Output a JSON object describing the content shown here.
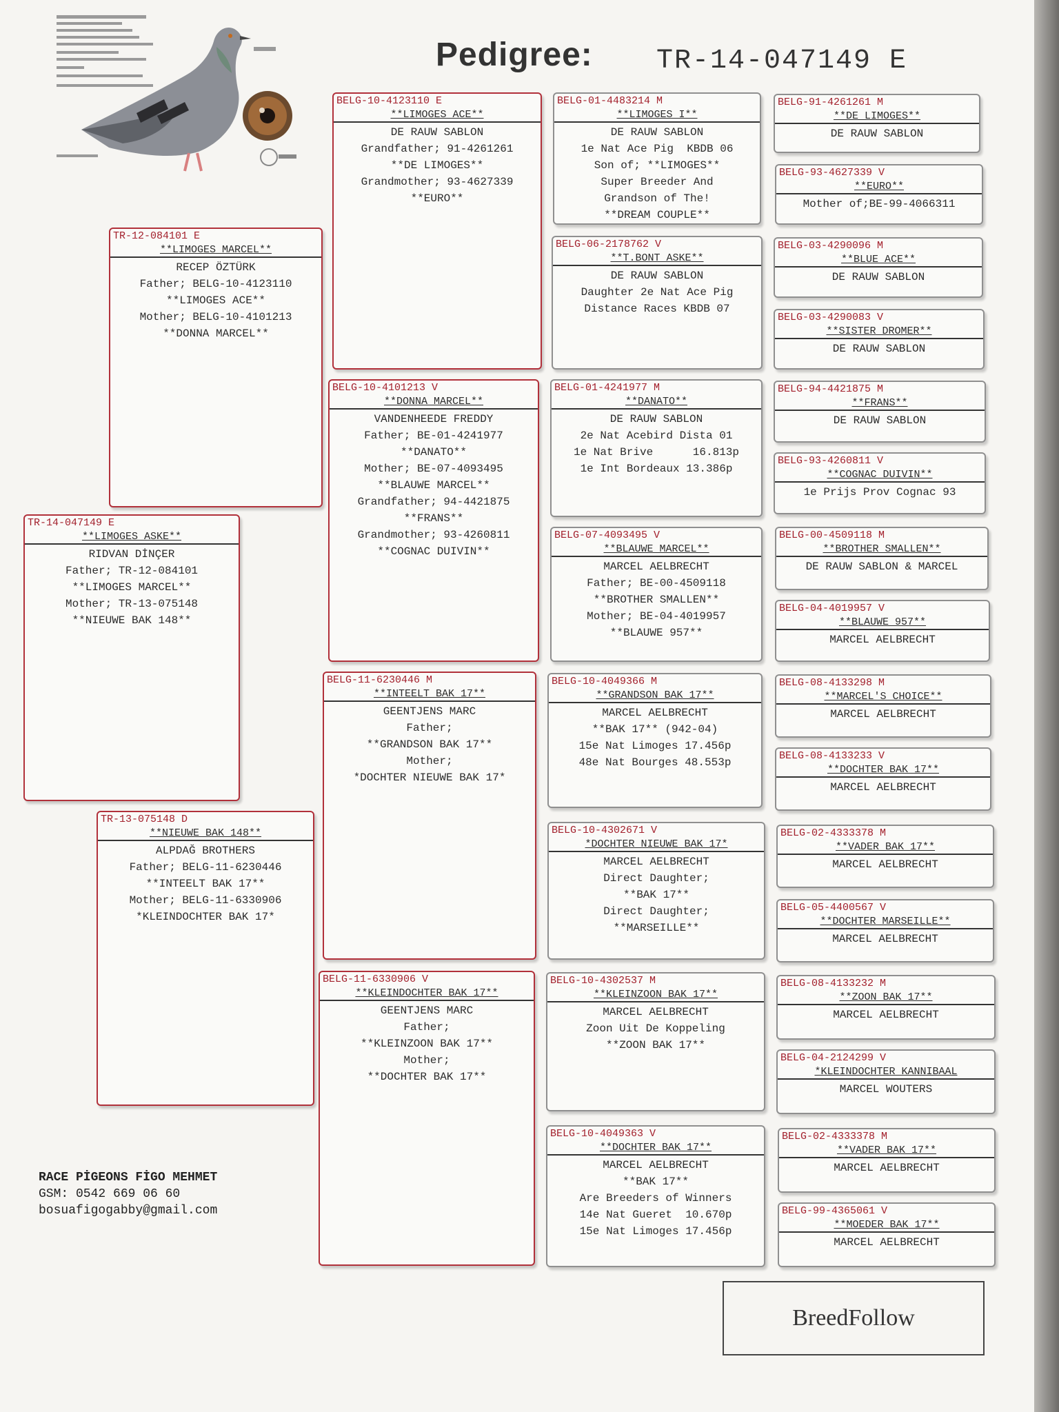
{
  "header": {
    "title": "Pedigree:",
    "ring": "TR-14-047149 E"
  },
  "cards": {
    "bird": {
      "ring": "TR-14-047149 E",
      "name": "**LIMOGES ASKE**",
      "lines": [
        "RIDVAN DİNÇER",
        "Father; TR-12-084101",
        "**LIMOGES MARCEL**",
        "Mother; TR-13-075148",
        "**NIEUWE BAK 148**"
      ]
    },
    "father": {
      "ring": "TR-12-084101 E",
      "name": "**LIMOGES MARCEL**",
      "lines": [
        "RECEP ÖZTÜRK",
        "Father; BELG-10-4123110",
        "**LIMOGES ACE**",
        "Mother; BELG-10-4101213",
        "**DONNA MARCEL**"
      ]
    },
    "mother": {
      "ring": "TR-13-075148 D",
      "name": "**NIEUWE BAK 148**",
      "lines": [
        "ALPDAĞ BROTHERS",
        "Father; BELG-11-6230446",
        "**INTEELT BAK 17**",
        "Mother; BELG-11-6330906",
        "*KLEINDOCHTER BAK 17*"
      ]
    },
    "ff": {
      "ring": "BELG-10-4123110 E",
      "name": "**LIMOGES ACE**",
      "lines": [
        "DE RAUW SABLON",
        "Grandfather; 91-4261261",
        "**DE LIMOGES**",
        "Grandmother; 93-4627339",
        "**EURO**"
      ]
    },
    "fm": {
      "ring": "BELG-10-4101213 V",
      "name": "**DONNA MARCEL**",
      "lines": [
        "VANDENHEEDE FREDDY",
        "Father; BE-01-4241977",
        "**DANATO**",
        "Mother; BE-07-4093495",
        "**BLAUWE MARCEL**",
        "Grandfather; 94-4421875",
        "**FRANS**",
        "Grandmother; 93-4260811",
        "**COGNAC DUIVIN**"
      ]
    },
    "mf": {
      "ring": "BELG-11-6230446 M",
      "name": "**INTEELT BAK 17**",
      "lines": [
        "GEENTJENS MARC",
        "Father;",
        "**GRANDSON BAK 17**",
        "Mother;",
        "*DOCHTER NIEUWE BAK 17*"
      ]
    },
    "mm": {
      "ring": "BELG-11-6330906 V",
      "name": "**KLEINDOCHTER BAK 17**",
      "lines": [
        "GEENTJENS MARC",
        "Father;",
        "**KLEINZOON BAK 17**",
        "Mother;",
        "**DOCHTER BAK 17**"
      ]
    },
    "g1": {
      "ring": "BELG-01-4483214 M",
      "name": "**LIMOGES I**",
      "lines": [
        "DE RAUW SABLON",
        "1e Nat Ace Pig  KBDB 06",
        "Son of; **LIMOGES**",
        "Super Breeder And",
        "Grandson of The!",
        "**DREAM COUPLE**"
      ]
    },
    "g2": {
      "ring": "BELG-06-2178762 V",
      "name": "**T.BONT ASKE**",
      "lines": [
        "DE RAUW SABLON",
        "Daughter 2e Nat Ace Pig",
        "Distance Races KBDB 07"
      ]
    },
    "g3": {
      "ring": "BELG-01-4241977 M",
      "name": "**DANATO**",
      "lines": [
        "DE RAUW SABLON",
        "2e Nat Acebird Dista 01",
        "1e Nat Brive      16.813p",
        "1e Int Bordeaux 13.386p"
      ]
    },
    "g4": {
      "ring": "BELG-07-4093495 V",
      "name": "**BLAUWE MARCEL**",
      "lines": [
        "MARCEL AELBRECHT",
        "Father; BE-00-4509118",
        "**BROTHER SMALLEN**",
        "Mother; BE-04-4019957",
        "**BLAUWE 957**"
      ]
    },
    "g5": {
      "ring": "BELG-10-4049366 M",
      "name": "**GRANDSON BAK 17**",
      "lines": [
        "MARCEL AELBRECHT",
        "**BAK 17** (942-04)",
        "15e Nat Limoges 17.456p",
        "48e Nat Bourges 48.553p"
      ]
    },
    "g6": {
      "ring": "BELG-10-4302671 V",
      "name": "*DOCHTER NIEUWE BAK 17*",
      "lines": [
        "MARCEL AELBRECHT",
        "Direct Daughter;",
        "**BAK 17**",
        "Direct Daughter;",
        "**MARSEILLE**"
      ]
    },
    "g7": {
      "ring": "BELG-10-4302537 M",
      "name": "**KLEINZOON BAK 17**",
      "lines": [
        "MARCEL AELBRECHT",
        "Zoon Uit De Koppeling",
        "**ZOON BAK 17**"
      ]
    },
    "g8": {
      "ring": "BELG-10-4049363 V",
      "name": "**DOCHTER BAK 17**",
      "lines": [
        "MARCEL AELBRECHT",
        "**BAK 17**",
        "Are Breeders of Winners",
        "14e Nat Gueret  10.670p",
        "15e Nat Limoges 17.456p"
      ]
    },
    "gg1": {
      "ring": "BELG-91-4261261 M",
      "name": "**DE LIMOGES**",
      "lines": [
        "DE RAUW SABLON"
      ]
    },
    "gg2": {
      "ring": "BELG-93-4627339 V",
      "name": "**EURO**",
      "lines": [
        "Mother of;BE-99-4066311"
      ]
    },
    "gg3": {
      "ring": "BELG-03-4290096 M",
      "name": "**BLUE ACE**",
      "lines": [
        "DE RAUW SABLON"
      ]
    },
    "gg4": {
      "ring": "BELG-03-4290083 V",
      "name": "**SISTER DROMER**",
      "lines": [
        "DE RAUW SABLON"
      ]
    },
    "gg5": {
      "ring": "BELG-94-4421875 M",
      "name": "**FRANS**",
      "lines": [
        "DE RAUW SABLON"
      ]
    },
    "gg6": {
      "ring": "BELG-93-4260811 V",
      "name": "**COGNAC DUIVIN**",
      "lines": [
        "1e Prijs Prov Cognac 93"
      ]
    },
    "gg7": {
      "ring": "BELG-00-4509118 M",
      "name": "**BROTHER SMALLEN**",
      "lines": [
        "DE RAUW SABLON & MARCEL"
      ]
    },
    "gg8": {
      "ring": "BELG-04-4019957 V",
      "name": "**BLAUWE 957**",
      "lines": [
        "MARCEL AELBRECHT"
      ]
    },
    "gg9": {
      "ring": "BELG-08-4133298 M",
      "name": "**MARCEL'S CHOICE**",
      "lines": [
        "MARCEL AELBRECHT"
      ]
    },
    "gg10": {
      "ring": "BELG-08-4133233 V",
      "name": "**DOCHTER BAK 17**",
      "lines": [
        "MARCEL AELBRECHT"
      ]
    },
    "gg11": {
      "ring": "BELG-02-4333378 M",
      "name": "**VADER BAK 17**",
      "lines": [
        "MARCEL AELBRECHT"
      ]
    },
    "gg12": {
      "ring": "BELG-05-4400567 V",
      "name": "**DOCHTER MARSEILLE**",
      "lines": [
        "MARCEL AELBRECHT"
      ]
    },
    "gg13": {
      "ring": "BELG-08-4133232 M",
      "name": "**ZOON BAK 17**",
      "lines": [
        "MARCEL AELBRECHT"
      ]
    },
    "gg14": {
      "ring": "BELG-04-2124299 V",
      "name": "*KLEINDOCHTER KANNIBAAL",
      "lines": [
        "MARCEL WOUTERS"
      ]
    },
    "gg15": {
      "ring": "BELG-02-4333378 M",
      "name": "**VADER BAK 17**",
      "lines": [
        "MARCEL AELBRECHT"
      ]
    },
    "gg16": {
      "ring": "BELG-99-4365061 V",
      "name": "**MOEDER BAK 17**",
      "lines": [
        "MARCEL AELBRECHT"
      ]
    }
  },
  "footer": {
    "owner": "RACE PİGEONS FİGO MEHMET",
    "phone": "GSM: 0542 669 06 60",
    "email": "bosuafigogabby@gmail.com"
  },
  "brand": "BreedFollow"
}
